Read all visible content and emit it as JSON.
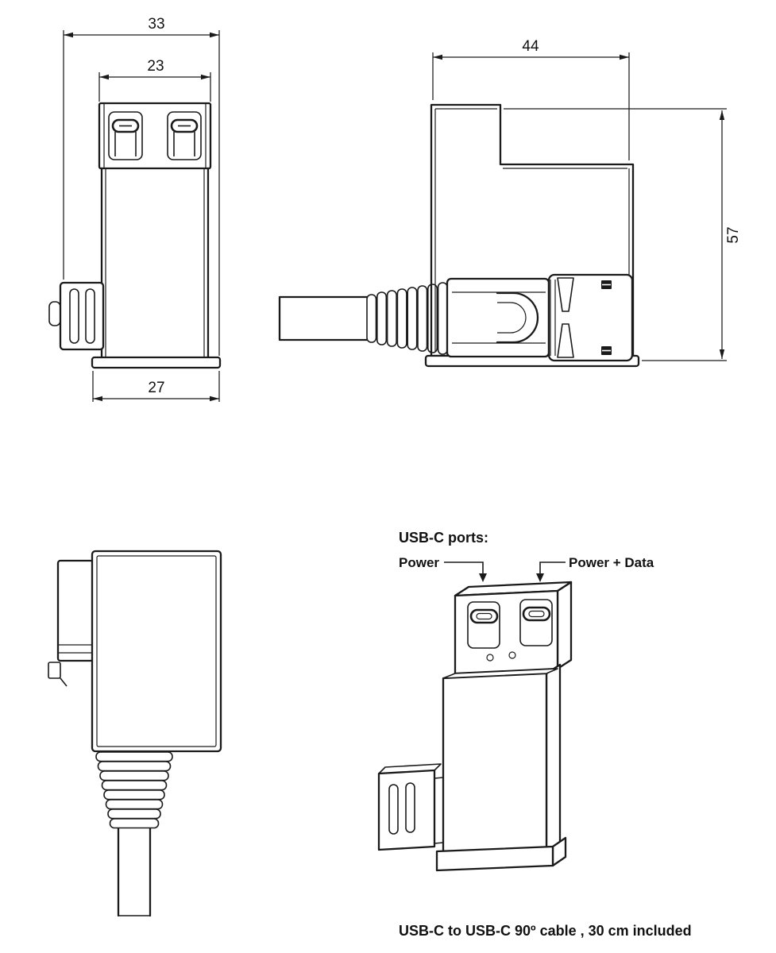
{
  "drawing": {
    "front_view": {
      "dim_overall_width": "33",
      "dim_port_housing_width": "23",
      "dim_base_width": "27"
    },
    "side_view": {
      "dim_depth": "44",
      "dim_height": "57"
    },
    "iso_view": {
      "ports_heading": "USB-C ports:",
      "left_port_label": "Power",
      "right_port_label": "Power + Data"
    },
    "caption": "USB-C to USB-C 90º cable , 30 cm included"
  },
  "colors": {
    "line": "#1a1a1a",
    "background": "#ffffff"
  }
}
